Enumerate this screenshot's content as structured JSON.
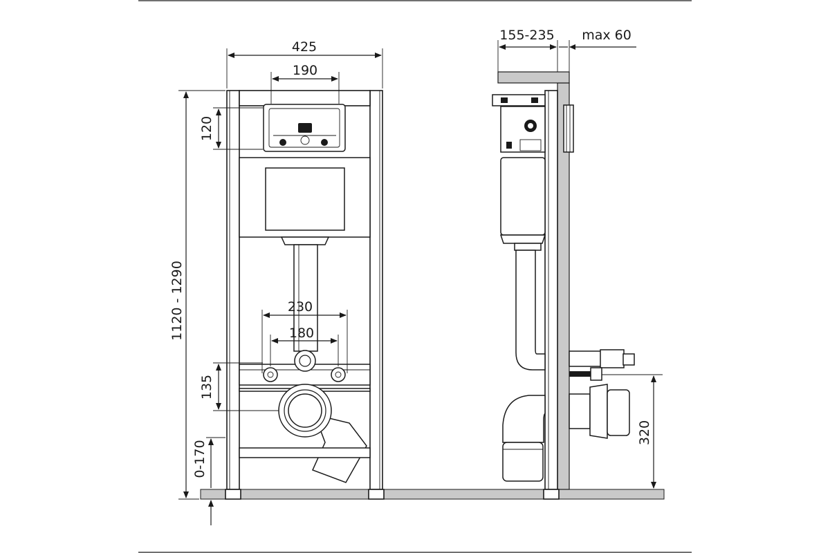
{
  "dimensions": {
    "frame_width": "425",
    "panel_width": "190",
    "panel_height": "120",
    "total_height": "1120 - 1290",
    "bolt_outer_spacing": "230",
    "bolt_inner_spacing": "180",
    "bolt_to_drain_height": "135",
    "foot_adjustment": "0-170",
    "wall_depth": "155-235",
    "max_offset": "max 60",
    "drain_height": "320"
  }
}
